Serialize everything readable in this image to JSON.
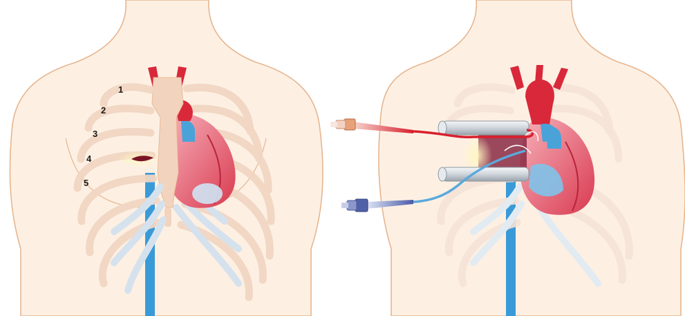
{
  "figure": {
    "left_panel": {
      "rib_numbers": [
        "1",
        "2",
        "3",
        "4",
        "5"
      ]
    },
    "colors": {
      "skin": "#fdf0e3",
      "skin_outline": "#e6b58f",
      "rib": "#f3dccb",
      "cartilage": "#d5e2ee",
      "sternum": "#f2d3bd",
      "artery_red": "#d9283a",
      "vein_blue": "#4aa3d8",
      "heart_red": "#e8566a",
      "heart_light": "#f4a9b2",
      "vena_cava": "#3a9ad7",
      "arterial_line": "#d8202e",
      "venous_line": "#5aa9dc",
      "connector_red": "#e07a5a",
      "connector_blue": "#5061a8",
      "port": "#d8dde2"
    }
  }
}
